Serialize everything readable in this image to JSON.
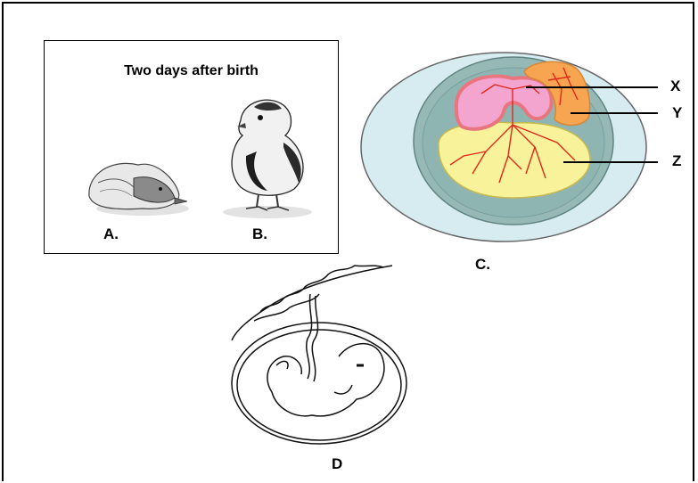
{
  "inset": {
    "title": "Two days after birth"
  },
  "labels": {
    "a": "A.",
    "b": "B.",
    "c": "C.",
    "d": "D",
    "x": "X",
    "y": "Y",
    "z": "Z"
  },
  "colors": {
    "egg_outer": "#d7ecf0",
    "membrane": "#8fb5b2",
    "embryo_pink": "#f3a5cf",
    "embryo_rim": "#e9757e",
    "allantois_orange": "#f8a552",
    "yolk_yellow": "#f8f39a",
    "vessels": "#e0281c"
  }
}
